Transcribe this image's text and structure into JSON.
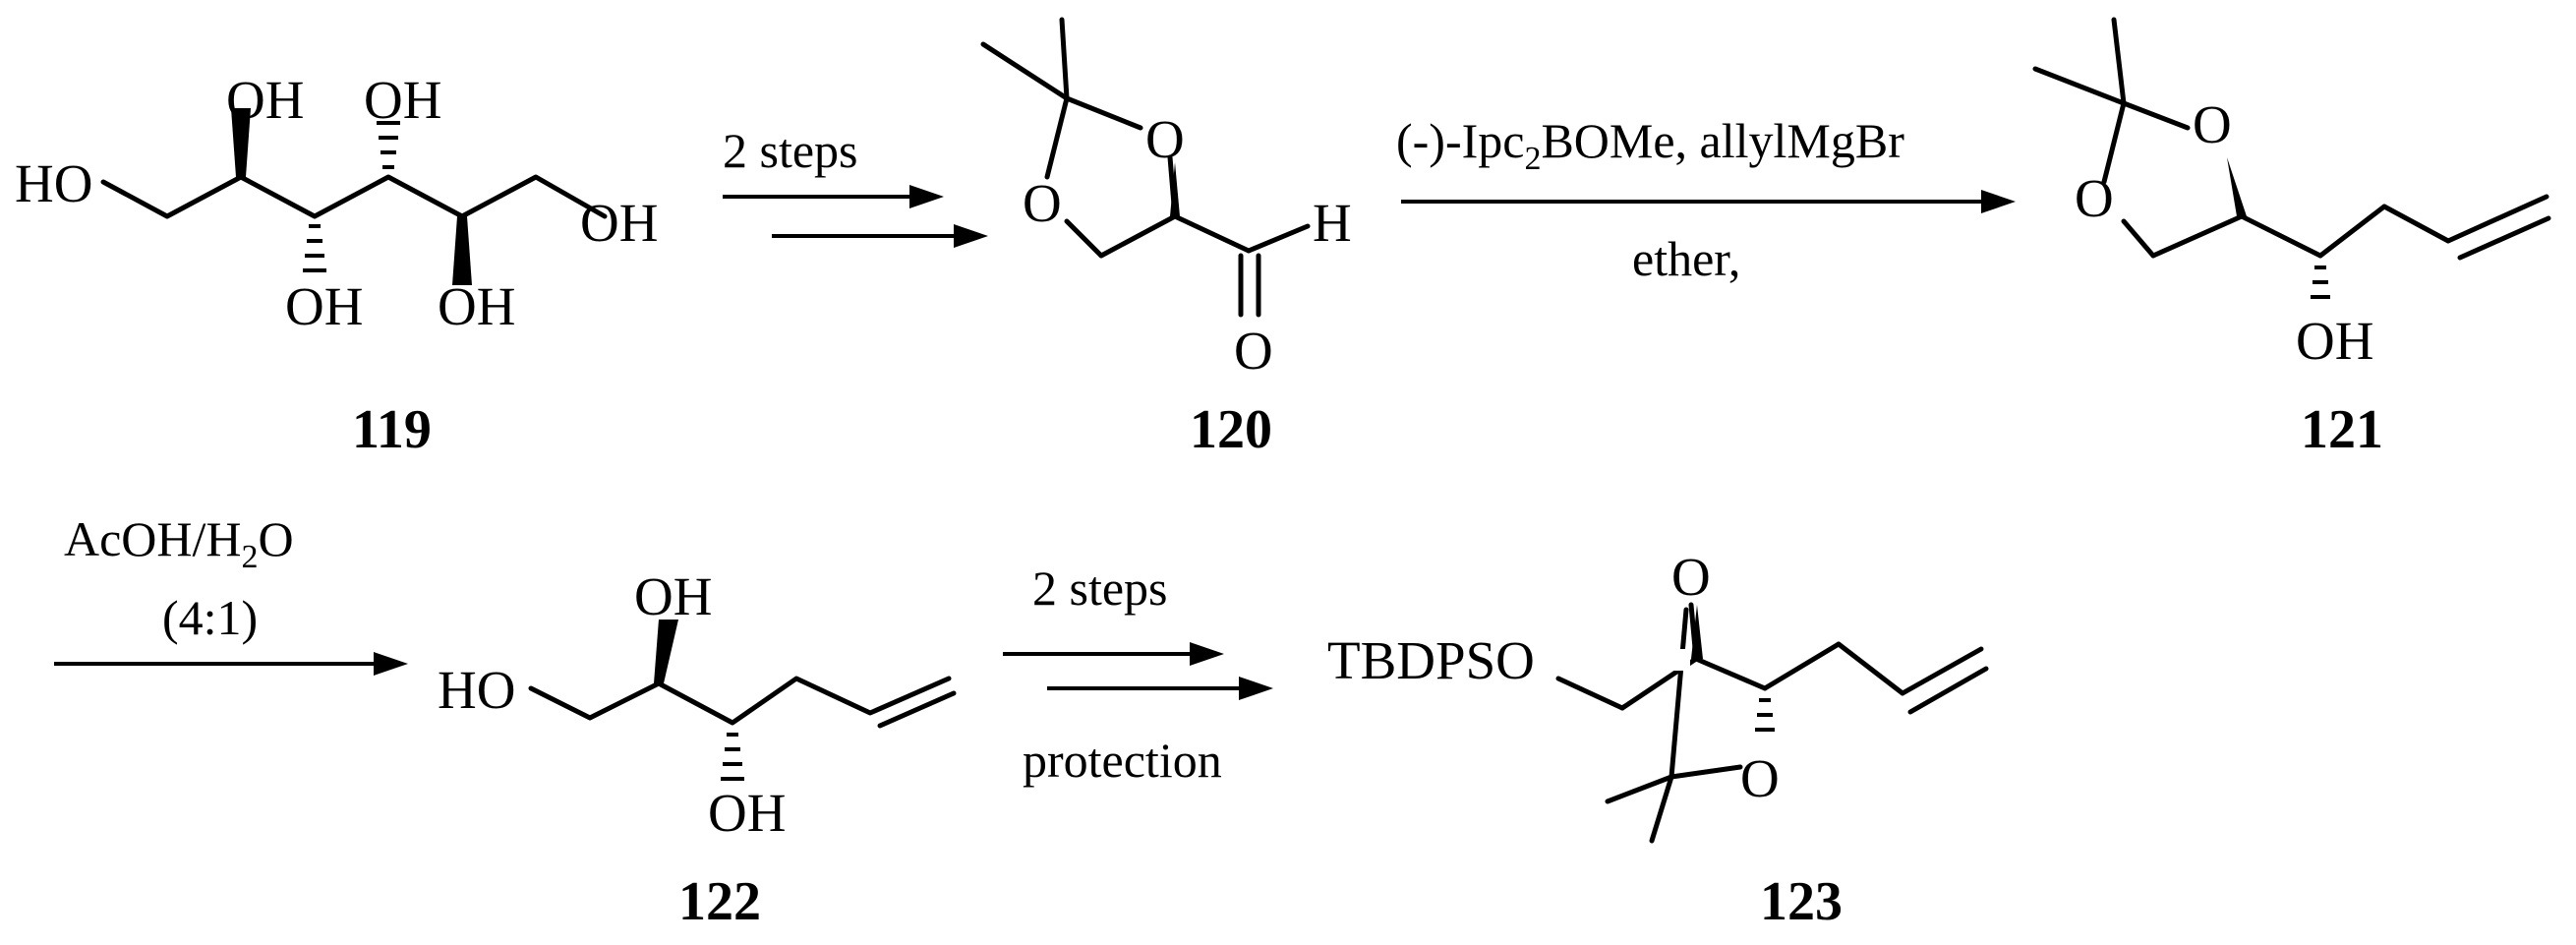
{
  "compounds": [
    {
      "id": "119",
      "atoms": {
        "oh1": "OH",
        "oh2": "OH",
        "ho": "HO",
        "oh3": "OH",
        "oh4": "OH",
        "oh5": "OH"
      }
    },
    {
      "id": "120",
      "atoms": {
        "o_ring_top": "O",
        "o_ring_left": "O",
        "h": "H",
        "o_carbonyl": "O"
      }
    },
    {
      "id": "121",
      "atoms": {
        "o_ring_top": "O",
        "o_ring_left": "O",
        "oh": "OH"
      }
    },
    {
      "id": "122",
      "atoms": {
        "oh_top": "OH",
        "ho": "HO",
        "oh_bottom": "OH"
      }
    },
    {
      "id": "123",
      "atoms": {
        "o_top": "O",
        "tbdpso": "TBDPSO",
        "o_bottom": "O"
      }
    }
  ],
  "arrows": [
    {
      "above": "2 steps",
      "below": ""
    },
    {
      "above_prefix": "(-)-Ipc",
      "above_sub": "2",
      "above_suffix": "BOMe, allylMgBr",
      "below": "ether,"
    },
    {
      "above_prefix": "AcOH/H",
      "above_sub": "2",
      "above_suffix": "O",
      "below": "(4:1)"
    },
    {
      "above": "2 steps",
      "below": "protection"
    }
  ]
}
